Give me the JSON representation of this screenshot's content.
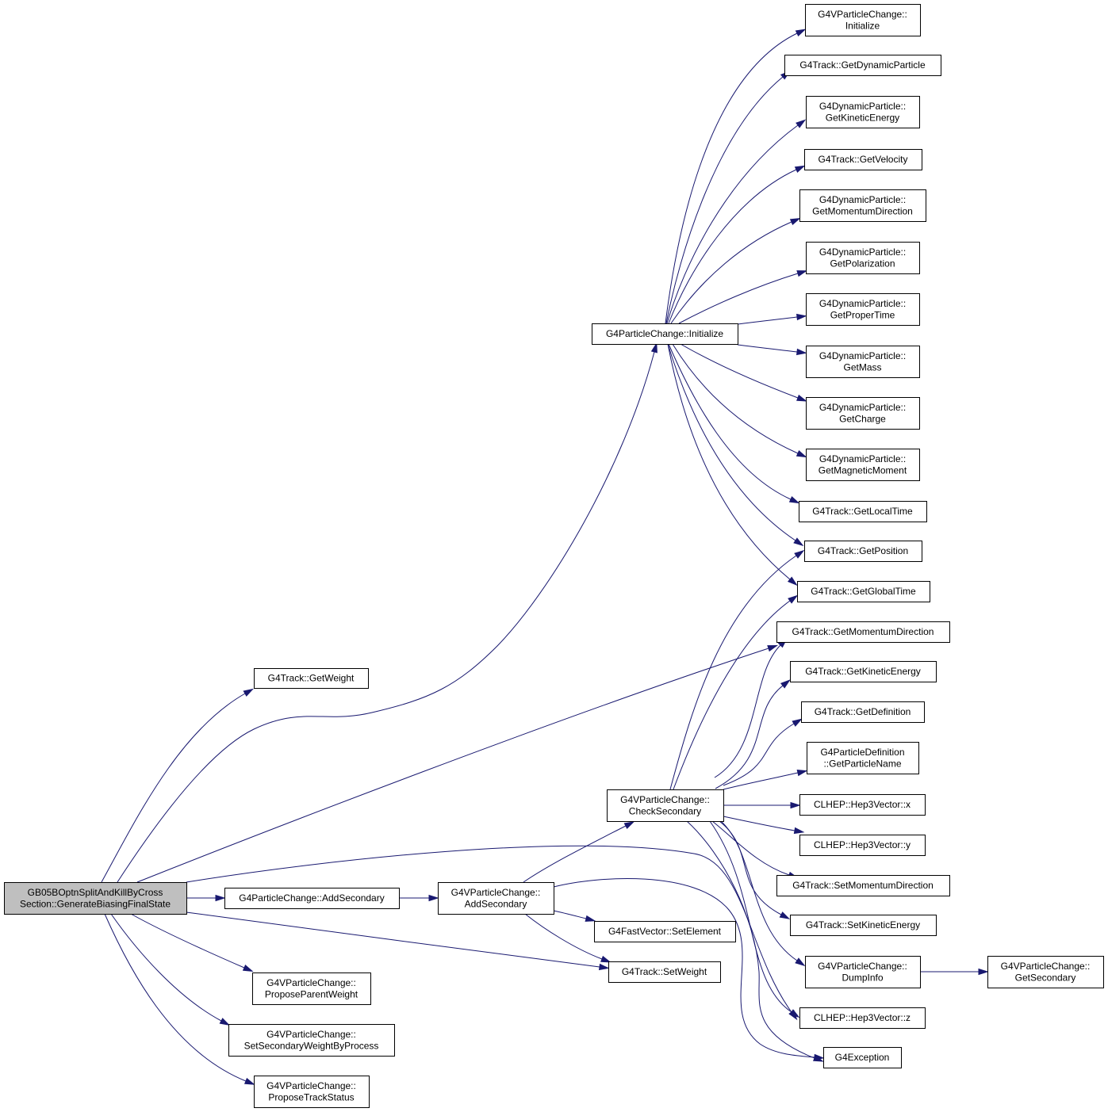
{
  "graph": {
    "kind": "call graph",
    "colors": {
      "edge": "#191970",
      "root_fill": "#bfbfbf",
      "node_fill": "#ffffff",
      "node_border": "#000000"
    },
    "nodes": {
      "root": [
        "GB05BOptnSplitAndKillByCross",
        "Section::GenerateBiasingFinalState"
      ],
      "getweight": [
        "G4Track::GetWeight"
      ],
      "pcinit": [
        "G4ParticleChange::Initialize"
      ],
      "pcaddsec": [
        "G4ParticleChange::AddSecondary"
      ],
      "vpcaddsec": [
        "G4VParticleChange::",
        "AddSecondary"
      ],
      "checksec": [
        "G4VParticleChange::",
        "CheckSecondary"
      ],
      "proposeparentweight": [
        "G4VParticleChange::",
        "ProposeParentWeight"
      ],
      "setsecweight": [
        "G4VParticleChange::",
        "SetSecondaryWeightByProcess"
      ],
      "proposetrackstatus": [
        "G4VParticleChange::",
        "ProposeTrackStatus"
      ],
      "fvsetelement": [
        "G4FastVector::SetElement"
      ],
      "setweight": [
        "G4Track::SetWeight"
      ],
      "vpcinit": [
        "G4VParticleChange::",
        "Initialize"
      ],
      "getdynpart": [
        "G4Track::GetDynamicParticle"
      ],
      "dpgetke": [
        "G4DynamicParticle::",
        "GetKineticEnergy"
      ],
      "getvelocity": [
        "G4Track::GetVelocity"
      ],
      "dpgetmomdir": [
        "G4DynamicParticle::",
        "GetMomentumDirection"
      ],
      "dpgetpol": [
        "G4DynamicParticle::",
        "GetPolarization"
      ],
      "dpgetproper": [
        "G4DynamicParticle::",
        "GetProperTime"
      ],
      "dpgetmass": [
        "G4DynamicParticle::",
        "GetMass"
      ],
      "dpgetcharge": [
        "G4DynamicParticle::",
        "GetCharge"
      ],
      "dpgetmagmom": [
        "G4DynamicParticle::",
        "GetMagneticMoment"
      ],
      "getlocaltime": [
        "G4Track::GetLocalTime"
      ],
      "getposition": [
        "G4Track::GetPosition"
      ],
      "getglobaltime": [
        "G4Track::GetGlobalTime"
      ],
      "getmomdir": [
        "G4Track::GetMomentumDirection"
      ],
      "getke": [
        "G4Track::GetKineticEnergy"
      ],
      "getdef": [
        "G4Track::GetDefinition"
      ],
      "getpname": [
        "G4ParticleDefinition",
        "::GetParticleName"
      ],
      "hepx": [
        "CLHEP::Hep3Vector::x"
      ],
      "hepy": [
        "CLHEP::Hep3Vector::y"
      ],
      "setmomdir": [
        "G4Track::SetMomentumDirection"
      ],
      "setke": [
        "G4Track::SetKineticEnergy"
      ],
      "dumpinfo": [
        "G4VParticleChange::",
        "DumpInfo"
      ],
      "getsecondary": [
        "G4VParticleChange::",
        "GetSecondary"
      ],
      "hepz": [
        "CLHEP::Hep3Vector::z"
      ],
      "g4exception": [
        "G4Exception"
      ]
    },
    "edges": [
      [
        "root",
        "getweight"
      ],
      [
        "root",
        "pcinit"
      ],
      [
        "root",
        "getmomdir"
      ],
      [
        "root",
        "pcaddsec"
      ],
      [
        "root",
        "hepz"
      ],
      [
        "root",
        "setweight"
      ],
      [
        "root",
        "proposeparentweight"
      ],
      [
        "root",
        "setsecweight"
      ],
      [
        "root",
        "proposetrackstatus"
      ],
      [
        "pcinit",
        "vpcinit"
      ],
      [
        "pcinit",
        "getdynpart"
      ],
      [
        "pcinit",
        "dpgetke"
      ],
      [
        "pcinit",
        "getvelocity"
      ],
      [
        "pcinit",
        "dpgetmomdir"
      ],
      [
        "pcinit",
        "dpgetpol"
      ],
      [
        "pcinit",
        "dpgetproper"
      ],
      [
        "pcinit",
        "dpgetmass"
      ],
      [
        "pcinit",
        "dpgetcharge"
      ],
      [
        "pcinit",
        "dpgetmagmom"
      ],
      [
        "pcinit",
        "getlocaltime"
      ],
      [
        "pcinit",
        "getposition"
      ],
      [
        "pcinit",
        "getglobaltime"
      ],
      [
        "pcaddsec",
        "vpcaddsec"
      ],
      [
        "vpcaddsec",
        "checksec"
      ],
      [
        "vpcaddsec",
        "fvsetelement"
      ],
      [
        "vpcaddsec",
        "setweight"
      ],
      [
        "vpcaddsec",
        "g4exception"
      ],
      [
        "checksec",
        "getposition"
      ],
      [
        "checksec",
        "getglobaltime"
      ],
      [
        "checksec",
        "getmomdir"
      ],
      [
        "checksec",
        "getke"
      ],
      [
        "checksec",
        "getdef"
      ],
      [
        "checksec",
        "getpname"
      ],
      [
        "checksec",
        "hepx"
      ],
      [
        "checksec",
        "hepy"
      ],
      [
        "checksec",
        "setmomdir"
      ],
      [
        "checksec",
        "setke"
      ],
      [
        "checksec",
        "dumpinfo"
      ],
      [
        "checksec",
        "hepz"
      ],
      [
        "checksec",
        "g4exception"
      ],
      [
        "dumpinfo",
        "getsecondary"
      ]
    ]
  }
}
